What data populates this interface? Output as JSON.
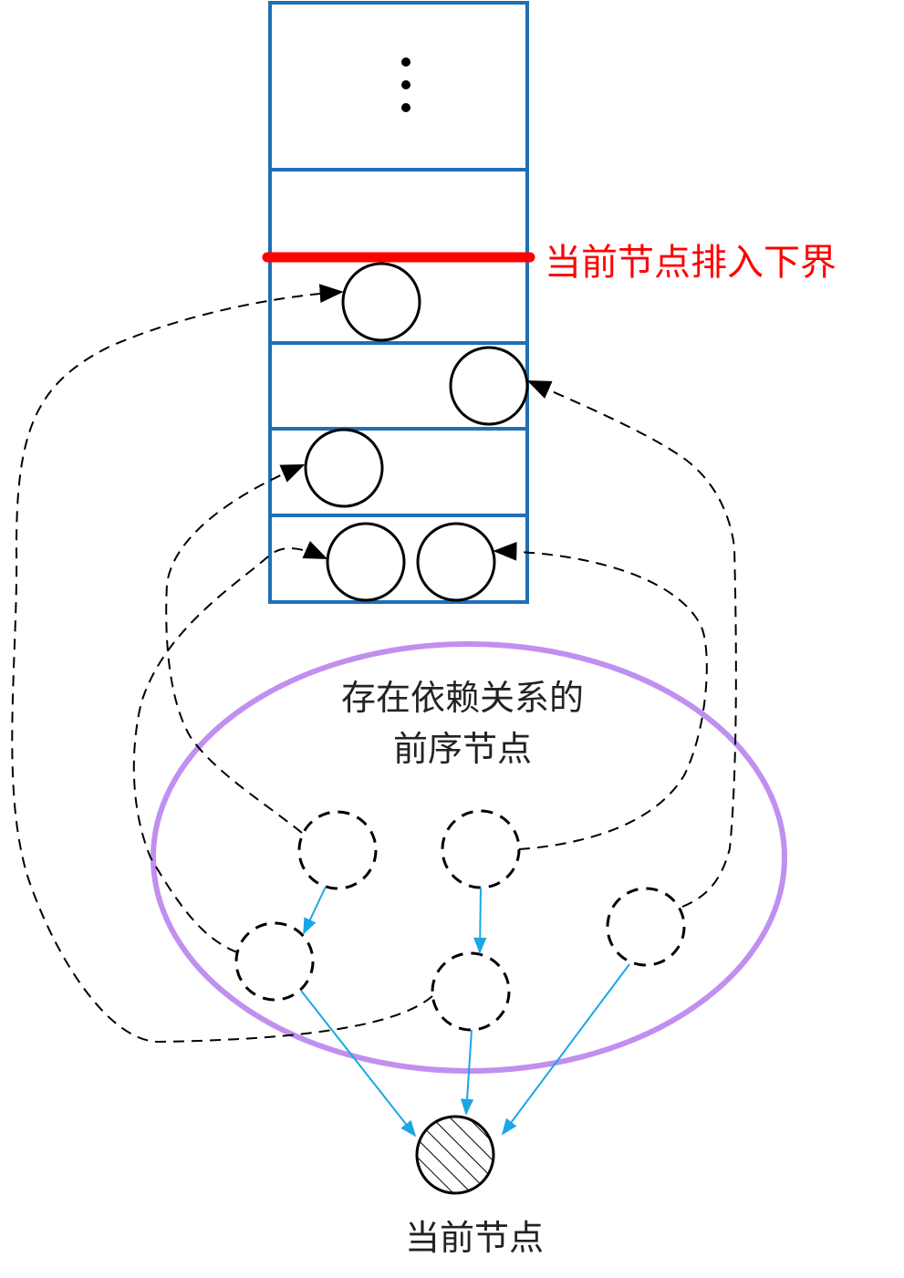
{
  "labels": {
    "lower_bound": "当前节点排入下界",
    "predecessors_line1": "存在依赖关系的",
    "predecessors_line2": "前序节点",
    "current_node": "当前节点"
  },
  "colors": {
    "slot_border": "#1f6fb5",
    "lower_bound_line": "#ff0000",
    "dependency_group_ellipse": "#c08ff0",
    "dependency_arrow": "#1aa7e6",
    "schedule_link": "#000000"
  },
  "icons": {
    "ellipsis": "vertical-ellipsis-icon",
    "current_node_fill": "hatched-circle"
  }
}
